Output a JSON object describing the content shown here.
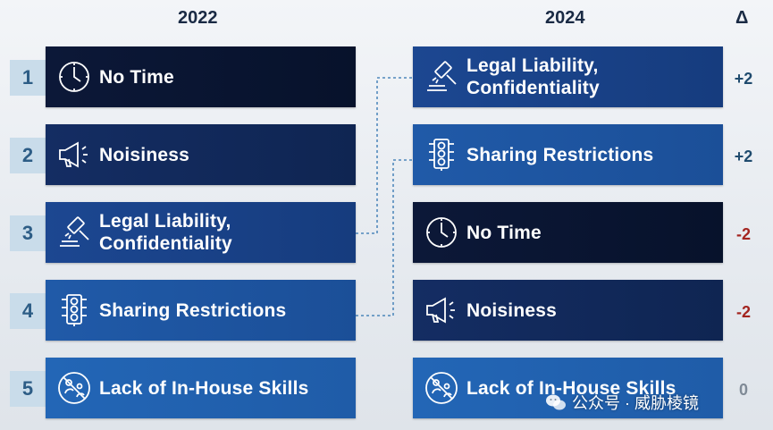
{
  "headers": {
    "left": "2022",
    "right": "2024",
    "delta": "Δ"
  },
  "ranks": [
    "1",
    "2",
    "3",
    "4",
    "5"
  ],
  "left_items": [
    {
      "label": "No Time",
      "icon": "clock-icon"
    },
    {
      "label": "Noisiness",
      "icon": "megaphone-icon"
    },
    {
      "label": "Legal Liability, Confidentiality",
      "line1": "Legal Liability,",
      "line2": "Confidentiality",
      "icon": "gavel-icon"
    },
    {
      "label": "Sharing Restrictions",
      "icon": "traffic-light-icon"
    },
    {
      "label": "Lack of In-House Skills",
      "icon": "no-skills-icon"
    }
  ],
  "right_items": [
    {
      "label": "Legal Liability, Confidentiality",
      "line1": "Legal Liability,",
      "line2": "Confidentiality",
      "icon": "gavel-icon"
    },
    {
      "label": "Sharing Restrictions",
      "icon": "traffic-light-icon"
    },
    {
      "label": "No Time",
      "icon": "clock-icon"
    },
    {
      "label": "Noisiness",
      "icon": "megaphone-icon"
    },
    {
      "label": "Lack of In-House Skills",
      "icon": "no-skills-icon"
    }
  ],
  "deltas": [
    "+2",
    "+2",
    "-2",
    "-2",
    "0"
  ],
  "colors": {
    "rank_bg": "#c9dcea",
    "positive": "#1f4b6e",
    "negative": "#a3241f",
    "zero": "#7f8a96",
    "connector": "#2f73b0"
  },
  "watermark": {
    "text": "公众号 · 威胁棱镜",
    "icon": "wechat-icon"
  }
}
